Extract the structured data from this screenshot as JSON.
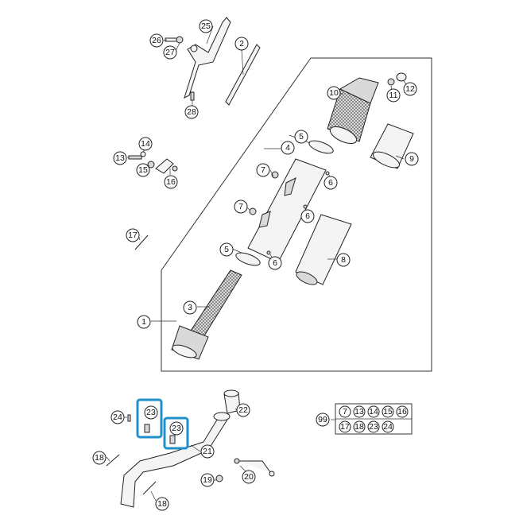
{
  "callouts": {
    "c1": "1",
    "c2": "2",
    "c3": "3",
    "c4": "4",
    "c5a": "5",
    "c5b": "5",
    "c6a": "6",
    "c6b": "6",
    "c6c": "6",
    "c7a": "7",
    "c7b": "7",
    "c8": "8",
    "c9": "9",
    "c10": "10",
    "c11": "11",
    "c12": "12",
    "c13": "13",
    "c14": "14",
    "c15": "15",
    "c16": "16",
    "c17": "17",
    "c18a": "18",
    "c18b": "18",
    "c19": "19",
    "c20": "20",
    "c21": "21",
    "c22": "22",
    "c23a": "23",
    "c23b": "23",
    "c24": "24",
    "c25": "25",
    "c26": "26",
    "c27": "27",
    "c28": "28",
    "c99": "99"
  },
  "kit_table": {
    "row1": [
      "7",
      "13",
      "14",
      "15",
      "16"
    ],
    "row2": [
      "17",
      "18",
      "23",
      "24"
    ]
  },
  "highlight_color": "#1f8fc9"
}
